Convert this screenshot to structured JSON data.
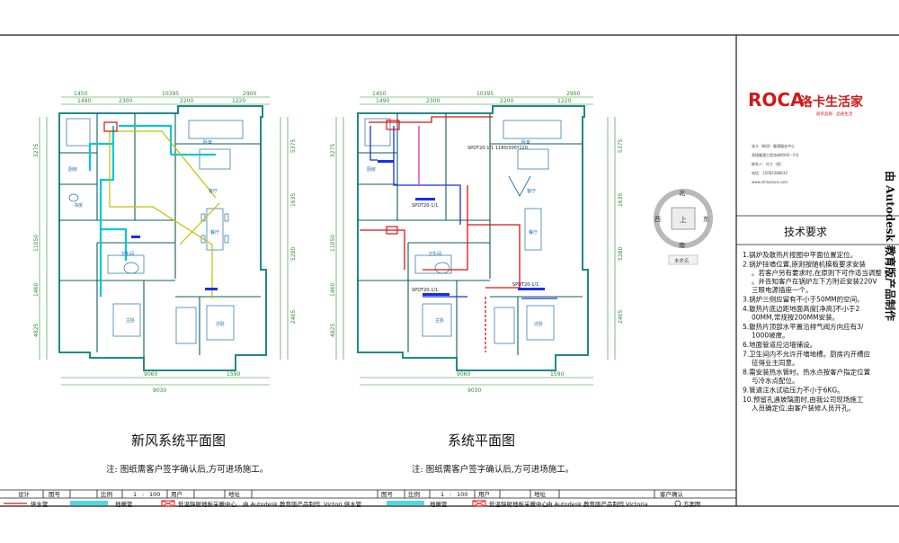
{
  "plans": {
    "left": {
      "title": "新风系统平面图",
      "note": "注: 图纸需客户签字确认后,方可进场施工。",
      "dims_top": [
        "1450",
        "10395",
        "2900"
      ],
      "dims_top2": [
        "1490",
        "2300",
        "2200",
        "1220"
      ],
      "dims_bottom": [
        "9060",
        "1590"
      ],
      "dims_bottom2": [
        "9030"
      ],
      "dims_left": [
        "3275",
        "11050",
        "1460",
        "4825"
      ],
      "dims_right": [
        "5375",
        "1635",
        "5280",
        "2405"
      ],
      "room_labels": [
        "客厅",
        "餐厅",
        "主卧",
        "次卧",
        "厨房",
        "卫生间",
        "卧室"
      ],
      "misc_labels": [
        "书房"
      ]
    },
    "right": {
      "title": "系统平面图",
      "note": "注: 图纸需客户签字确认后,方可进场施工。",
      "dims_top": [
        "1450",
        "10395",
        "2900"
      ],
      "dims_top2": [
        "1490",
        "2300",
        "2200",
        "1220"
      ],
      "dims_bottom": [
        "9060",
        "1590"
      ],
      "dims_bottom2": [
        "9030"
      ],
      "dims_left": [
        "3275",
        "11050",
        "1460",
        "4825"
      ],
      "dims_right": [
        "5375",
        "1635",
        "5280",
        "2405"
      ],
      "tags": [
        "SPDT20-1/1\n1180/300*120",
        "SPDT20-1/1",
        "SPDT20-1/1",
        "SPDT20-1/1"
      ],
      "room_labels": [
        "客厅",
        "餐厅",
        "主卧",
        "次卧",
        "厨房",
        "卫生间",
        "卧室"
      ]
    }
  },
  "title_block": {
    "left": {
      "cells": [
        "设计",
        "图号",
        "比例",
        "1",
        ":",
        "100",
        "用户",
        "地址"
      ]
    },
    "right": {
      "cells": [
        "图号",
        "比例",
        "1",
        ":",
        "100",
        "用户",
        "地址",
        "客户确认"
      ]
    }
  },
  "legend": {
    "items": [
      "供水管",
      "地暖管",
      "低温辐射地板采暖中心",
      "由 Autodesk 教育版产品制作",
      "Victori 供水管",
      "地暖管",
      "低温辐射地板采暖中心",
      "由 Autodesk 教育版产品制作",
      "Victoria",
      "方案图"
    ]
  },
  "compass": {
    "north": "北",
    "south": "南",
    "east": "东",
    "west": "西",
    "center": "上",
    "caption": "未命名"
  },
  "brand": {
    "logo_latin": "ROCA",
    "logo_cn": "洛卡生活家",
    "slogan": "居有品质 · 品质生活",
    "info": [
      "洛卡（新欣）暖通服务中心",
      "承接暖通工程咨询0000—5号",
      "联系人：孙工（经）",
      "电话：15062288632",
      "www.chinaroca.com"
    ]
  },
  "watermark": "由 Autodesk 教育版产品制作",
  "tech": {
    "heading": "技术要求",
    "items": [
      "1.锅炉及散热片按图中平面位置定位。",
      "2.锅炉挂墙位置,原则按随机模板要求安装。若客户另有要求时,在原则下可作适当调整。并告知客户在锅炉左下方附近安装220V三眼电源插座一个。",
      "3.锅炉三侧应留有不小于50MM的空间。",
      "4.散热片底边距地面高度[净高]不小于200MM,常规按200MM安装。",
      "5.散热片顶部水平置沿排气阀方向应有3/1000坡度。",
      "6.地面管道应沿墙铺设。",
      "7.卫生间内不允许开墙地槽。厨房内开槽应征得业主同意。",
      "8.需安装热水管时。热水点按客户指定位置与冷水点配位。",
      "9.管道注水试验压力不小于6KG。",
      "10.预留孔遇玻璃面时,由我公司现场施工人员确定位,由客户装修人员开孔。"
    ]
  },
  "colors": {
    "wall": "#1f8a8a",
    "wall_dark": "#0d5c5c",
    "supply": "#c0c000",
    "fresh_air": "#00c8d8",
    "red": "#e01010",
    "blue": "#1a2ee8",
    "magenta": "#d030d0",
    "green": "#1aa01a",
    "brand_red": "#cc1a1a",
    "frame": "#1a1a1a"
  }
}
